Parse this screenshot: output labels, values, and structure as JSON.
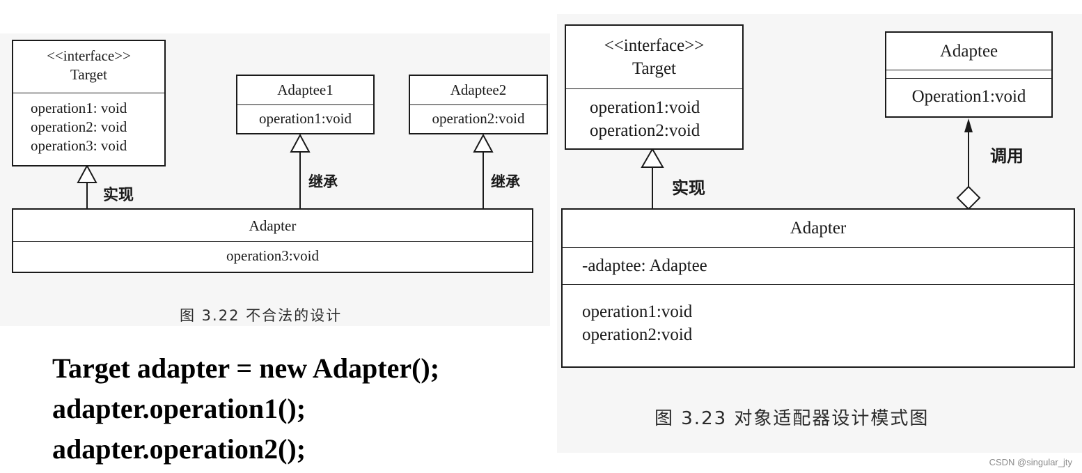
{
  "fig1": {
    "target": {
      "stereotype": "<<interface>>",
      "name": "Target",
      "ops": [
        "operation1: void",
        "operation2: void",
        "operation3: void"
      ]
    },
    "adaptee1": {
      "name": "Adaptee1",
      "ops": [
        "operation1:void"
      ]
    },
    "adaptee2": {
      "name": "Adaptee2",
      "ops": [
        "operation2:void"
      ]
    },
    "adapter": {
      "name": "Adapter",
      "ops": [
        "operation3:void"
      ]
    },
    "labels": {
      "implement": "实现",
      "inherit1": "继承",
      "inherit2": "继承"
    },
    "caption": "图 3.22   不合法的设计"
  },
  "fig2": {
    "target": {
      "stereotype": "<<interface>>",
      "name": "Target",
      "ops": [
        "operation1:void",
        "operation2:void"
      ]
    },
    "adaptee": {
      "name": "Adaptee",
      "ops": [
        "Operation1:void"
      ]
    },
    "adapter": {
      "name": "Adapter",
      "attrs": [
        "-adaptee: Adaptee"
      ],
      "ops": [
        "operation1:void",
        "operation2:void"
      ]
    },
    "labels": {
      "implement": "实现",
      "call": "调用"
    },
    "caption": "图 3.23   对象适配器设计模式图"
  },
  "code": [
    "Target adapter = new Adapter();",
    "adapter.operation1();",
    "adapter.operation2();"
  ],
  "watermark": "CSDN @singular_jty"
}
